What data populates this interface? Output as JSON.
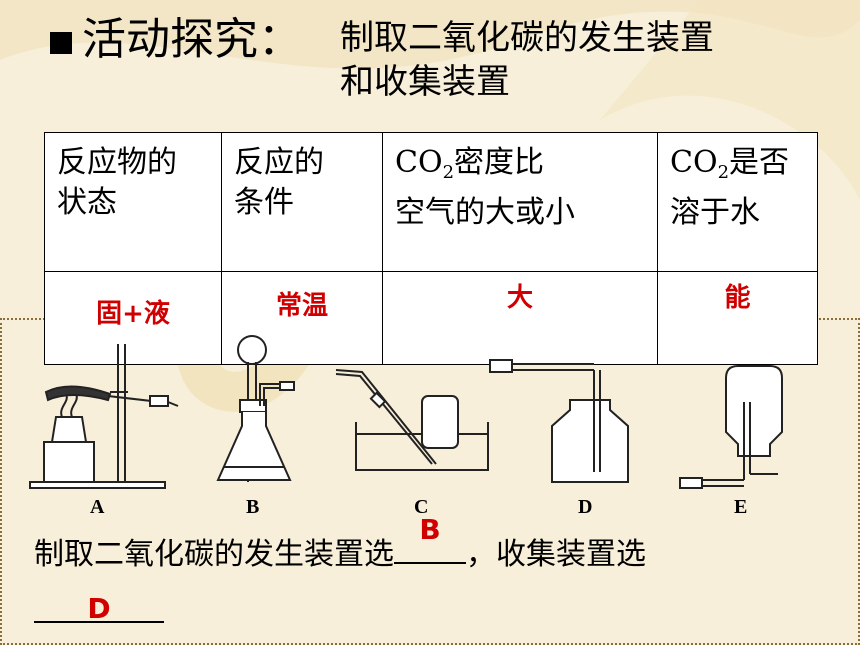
{
  "title": {
    "bullet": "■",
    "main": "活动探究",
    "colon": "：",
    "subtitle_line1": "制取二氧化碳的发生装置",
    "subtitle_line2": "和收集装置"
  },
  "table": {
    "headers": [
      {
        "line1": "反应物的",
        "line2": "状态"
      },
      {
        "line1": "反应的",
        "line2": "条件"
      },
      {
        "pre": "CO",
        "sub": "2",
        "post": "密度比",
        "line2": "空气的大或小"
      },
      {
        "pre": "CO",
        "sub": "2",
        "post": "是否",
        "line2": "溶于水"
      }
    ],
    "values": [
      "固+液",
      "常温",
      "大",
      "能"
    ]
  },
  "apparatus_labels": [
    "A",
    "B",
    "C",
    "D",
    "E"
  ],
  "question": {
    "part1": "制取二氧化碳的发生装置选",
    "answer1": "B",
    "part2": "，收集装置选",
    "answer2": "D"
  },
  "colors": {
    "answer": "#d00000",
    "background": "#f7efd9"
  }
}
